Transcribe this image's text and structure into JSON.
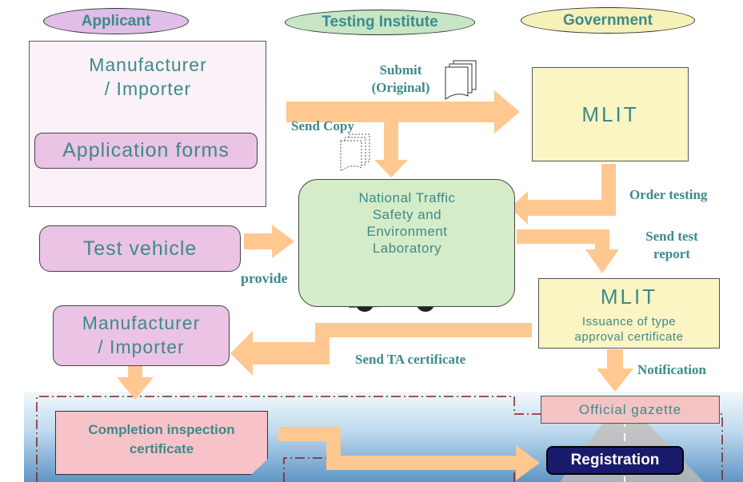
{
  "headers": {
    "applicant": "Applicant",
    "testing_institute": "Testing Institute",
    "government": "Government"
  },
  "applicant": {
    "manufacturer_top": "Manufacturer\n/ Importer",
    "application_forms": "Application forms",
    "test_vehicle": "Test vehicle",
    "manufacturer_bottom": "Manufacturer\n/ Importer"
  },
  "institute": {
    "lab_name": "National Traffic\nSafety and\nEnvironment\nLaboratory"
  },
  "government": {
    "mlit_top": "MLIT",
    "mlit_bottom": "MLIT",
    "issuance": "Issuance of type\napproval certificate",
    "gazette": "Official gazette"
  },
  "labels": {
    "submit": "Submit\n(Original)",
    "send_copy": "Send Copy",
    "order_testing": "Order testing",
    "send_test_report": "Send test\nreport",
    "provide": "provide",
    "send_ta_certificate": "Send TA certificate",
    "notification": "Notification"
  },
  "bottom": {
    "completion": "Completion inspection\ncertificate",
    "registration": "Registration"
  },
  "colors": {
    "arrow": "#ffc890",
    "teal_text": "#3d8a8a",
    "applicant_fill": "#ecc6e6",
    "institute_fill": "#d5ecc8",
    "government_fill": "#f9f3bf",
    "completion_fill": "#f8c3c8",
    "registration_fill": "#1a1a6a"
  }
}
